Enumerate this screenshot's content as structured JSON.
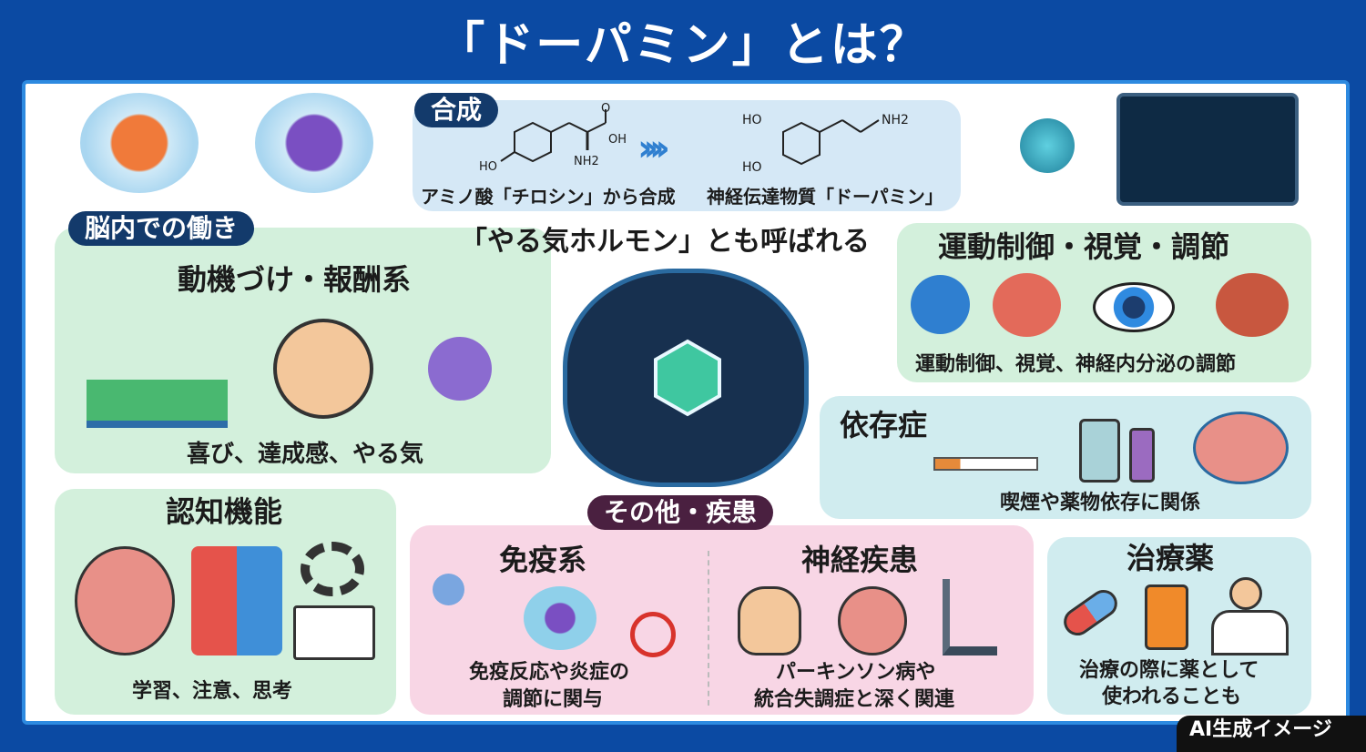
{
  "title": "「ドーパミン」とは？",
  "synthesis": {
    "label": "合成",
    "from_caption": "アミノ酸「チロシン」から合成",
    "to_caption": "神経伝達物質「ドーパミン」",
    "tyrosine_labels": [
      "HO",
      "O",
      "OH",
      "NH2"
    ],
    "dopamine_labels": [
      "HO",
      "HO",
      "NH2"
    ]
  },
  "brain_function_label": "脳内での働き",
  "nickname": "「やる気ホルモン」とも呼ばれる",
  "motivation": {
    "title": "動機づけ・報酬系",
    "caption": "喜び、達成感、やる気"
  },
  "motor": {
    "title": "運動制御・視覚・調節",
    "caption": "運動制御、視覚、神経内分泌の調節"
  },
  "addiction": {
    "title": "依存症",
    "caption": "喫煙や薬物依存に関係"
  },
  "cognition": {
    "title": "認知機能",
    "caption": "学習、注意、思考"
  },
  "other": {
    "label": "その他・疾患",
    "immune": {
      "title": "免疫系",
      "caption_lines": [
        "免疫反応や炎症の",
        "調節に関与"
      ]
    },
    "neuro": {
      "title": "神経疾患",
      "caption_lines": [
        "パーキンソン病や",
        "統合失調症と深く関連"
      ]
    }
  },
  "treatment": {
    "title": "治療薬",
    "caption_lines": [
      "治療の際に薬として",
      "使われることも"
    ]
  },
  "badge": "AI生成イメージ",
  "colors": {
    "frame": "#0b4aa3",
    "green_panel": "#d3f0dc",
    "teal_panel": "#d0ecef",
    "pink_panel": "#f8d6e5",
    "navy_label": "#133a6b",
    "purple_label": "#4a2040"
  }
}
